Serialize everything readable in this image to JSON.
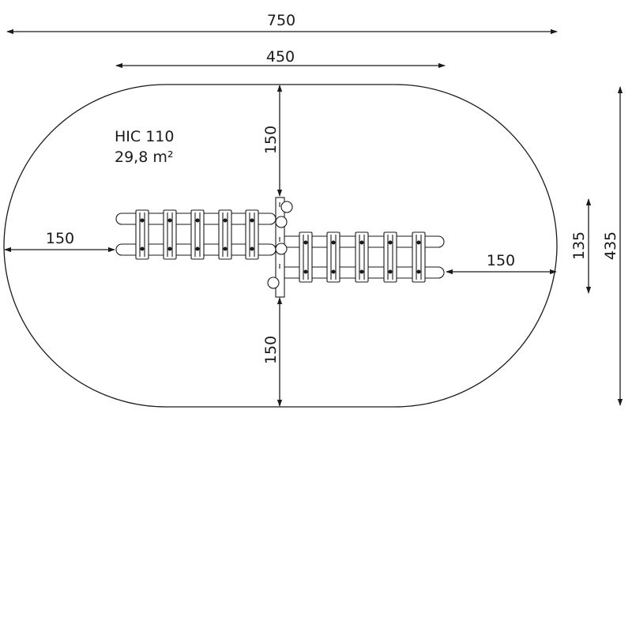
{
  "label": {
    "model": "HIC 110",
    "area": "29,8 m²"
  },
  "dimensions": {
    "overall_width": "750",
    "equipment_width": "450",
    "clearance_top": "150",
    "clearance_bottom": "150",
    "clearance_left": "150",
    "clearance_right": "150",
    "equipment_depth": "135",
    "overall_depth": "435"
  },
  "colors": {
    "line": "#1a1a1a",
    "background": "#ffffff"
  }
}
